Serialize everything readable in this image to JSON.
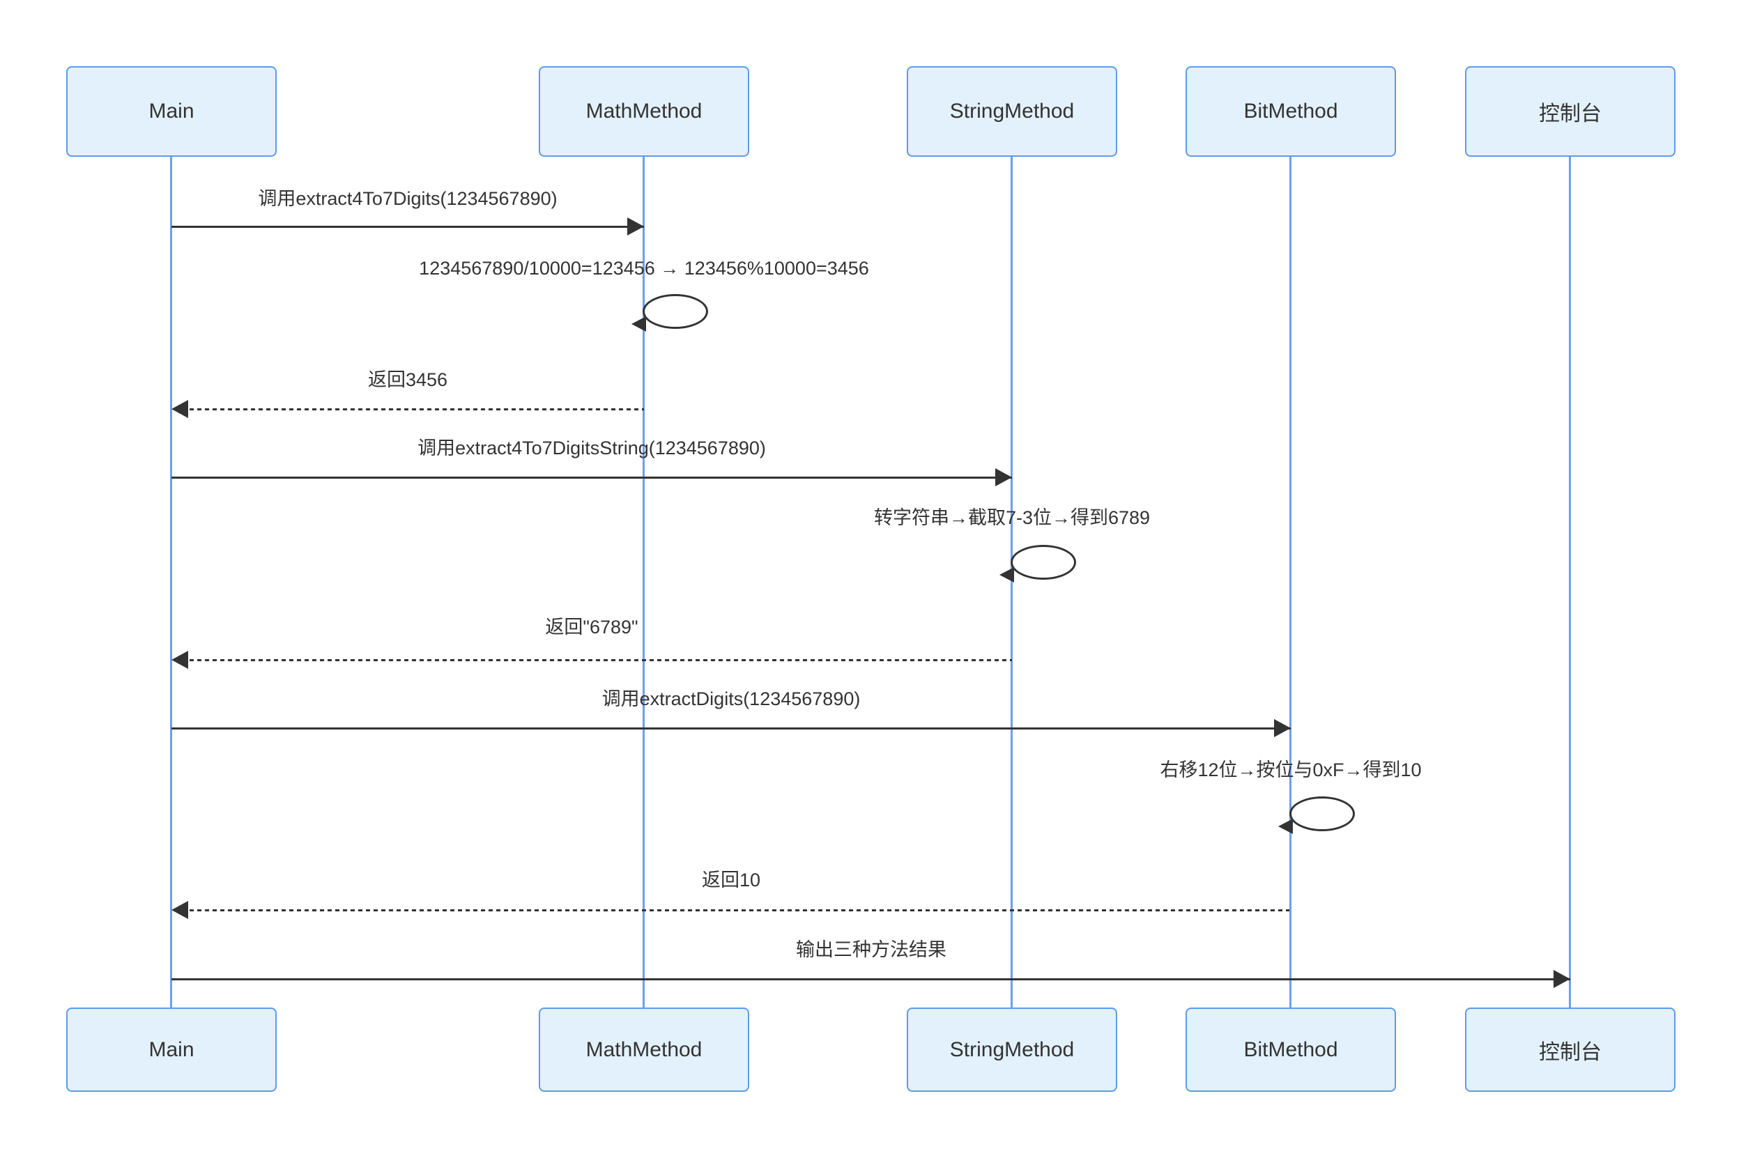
{
  "diagram": {
    "type": "sequence-diagram",
    "background": "#ffffff",
    "colors": {
      "actor_fill": "#E3F1FC",
      "actor_border": "#5E9BE6",
      "lifeline": "#6C9FED",
      "message": "#333333"
    },
    "actors": [
      {
        "id": "main",
        "label": "Main"
      },
      {
        "id": "mathmethod",
        "label": "MathMethod"
      },
      {
        "id": "stringmethod",
        "label": "StringMethod"
      },
      {
        "id": "bitmethod",
        "label": "BitMethod"
      },
      {
        "id": "console",
        "label": "控制台"
      }
    ],
    "messages": [
      {
        "from": "Main",
        "to": "MathMethod",
        "type": "solid",
        "text": "调用extract4To7Digits(1234567890)"
      },
      {
        "actor": "MathMethod",
        "type": "self",
        "text": "1234567890/10000=123456 → 123456%10000=3456"
      },
      {
        "from": "MathMethod",
        "to": "Main",
        "type": "dashed",
        "text": "返回3456"
      },
      {
        "from": "Main",
        "to": "StringMethod",
        "type": "solid",
        "text": "调用extract4To7DigitsString(1234567890)"
      },
      {
        "actor": "StringMethod",
        "type": "self",
        "text": "转字符串→截取7-3位→得到6789"
      },
      {
        "from": "StringMethod",
        "to": "Main",
        "type": "dashed",
        "text": "返回\"6789\""
      },
      {
        "from": "Main",
        "to": "BitMethod",
        "type": "solid",
        "text": "调用extractDigits(1234567890)"
      },
      {
        "actor": "BitMethod",
        "type": "self",
        "text": "右移12位→按位与0xF→得到10"
      },
      {
        "from": "BitMethod",
        "to": "Main",
        "type": "dashed",
        "text": "返回10"
      },
      {
        "from": "Main",
        "to": "控制台",
        "type": "solid",
        "text": "输出三种方法结果"
      }
    ]
  }
}
